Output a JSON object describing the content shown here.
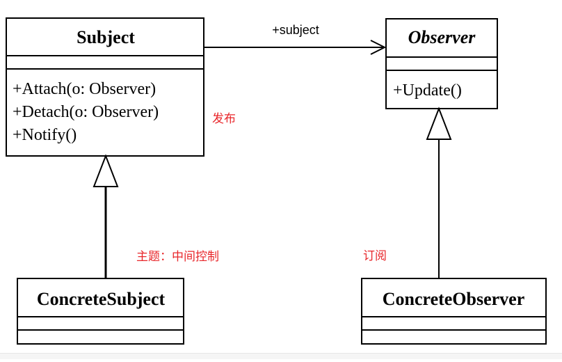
{
  "diagram": {
    "subject": {
      "name": "Subject",
      "methods": [
        "+Attach(o: Observer)",
        "+Detach(o: Observer)",
        "+Notify()"
      ]
    },
    "observer": {
      "name": "Observer",
      "methods": [
        "+Update()"
      ]
    },
    "concrete_subject": {
      "name": "ConcreteSubject"
    },
    "concrete_observer": {
      "name": "ConcreteObserver"
    },
    "association_label": "+subject",
    "notes": {
      "publish": "发布",
      "subject_control": "主题：中间控制",
      "subscribe": "订阅"
    },
    "colors": {
      "line": "#000000",
      "note": "#e8262a",
      "background": "#ffffff"
    }
  }
}
